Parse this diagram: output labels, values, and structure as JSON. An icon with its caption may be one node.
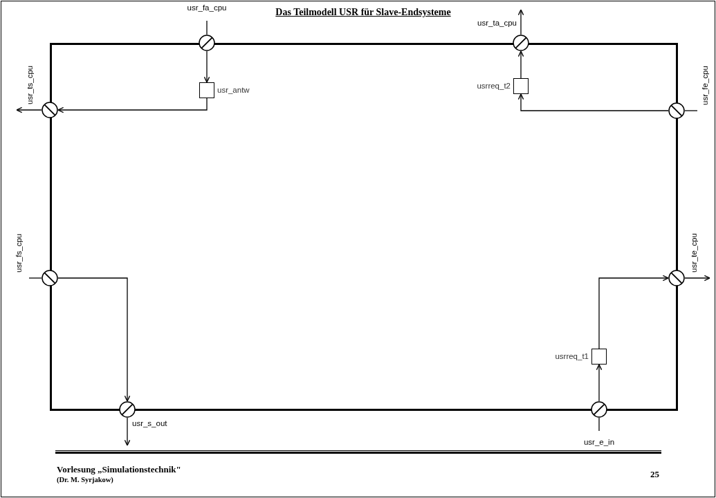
{
  "diagram": {
    "title": "Das Teilmodell USR für Slave-Endsysteme",
    "nodes": [
      {
        "text": [],
        "shape": "box"
      },
      {
        "text": [],
        "shape": "circle",
        "beside": [
          "usr_fa_cpu"
        ]
      },
      {
        "text": [],
        "shape": "circle",
        "beside": [
          "usr_ta_cpu"
        ]
      },
      {
        "text": [
          "usr_antw"
        ],
        "in": 0
      },
      {
        "text": [
          "usrreq_t2"
        ],
        "in": 0
      },
      {
        "text": [],
        "shape": "circle",
        "beside": [
          "usr_ts_cpu"
        ]
      },
      {
        "text": [],
        "shape": "circle",
        "beside": [
          "usr_fe_cpu"
        ]
      },
      {
        "text": [],
        "shape": "circle",
        "beside": [
          "usr_fs_cpu"
        ]
      },
      {
        "text": [],
        "shape": "circle",
        "beside": [
          "usr_te_cpu"
        ]
      },
      {
        "text": [
          "usrreq_t1"
        ],
        "in": 0
      },
      {
        "text": [],
        "shape": "circle",
        "beside": [
          "usr_s_out"
        ]
      },
      {
        "text": [],
        "shape": "circle",
        "beside": [
          "usr_e_in"
        ]
      }
    ],
    "edges": [
      {
        "from": null,
        "to": 1,
        "arrow": "none"
      },
      {
        "from": 1,
        "to": 3,
        "arrow": "to"
      },
      {
        "from": 3,
        "to": 5,
        "arrow": "to"
      },
      {
        "from": 5,
        "to": null,
        "arrow": "to"
      },
      {
        "from": 6,
        "to": 4,
        "arrow": "to"
      },
      {
        "from": 4,
        "to": 2,
        "arrow": "to"
      },
      {
        "from": 2,
        "to": null,
        "arrow": "to"
      },
      {
        "from": null,
        "to": 6,
        "arrow": "none"
      },
      {
        "from": null,
        "to": 7,
        "arrow": "none"
      },
      {
        "from": 7,
        "to": 10,
        "arrow": "to"
      },
      {
        "from": 10,
        "to": null,
        "arrow": "to"
      },
      {
        "from": null,
        "to": 11,
        "arrow": "none"
      },
      {
        "from": 11,
        "to": 9,
        "arrow": "to"
      },
      {
        "from": 9,
        "to": 8,
        "arrow": "to"
      },
      {
        "from": 8,
        "to": null,
        "arrow": "to"
      }
    ],
    "labels": [
      "Vorlesung „Simulationstechnik\"",
      "(Dr. M. Syrjakow)",
      "25"
    ]
  }
}
